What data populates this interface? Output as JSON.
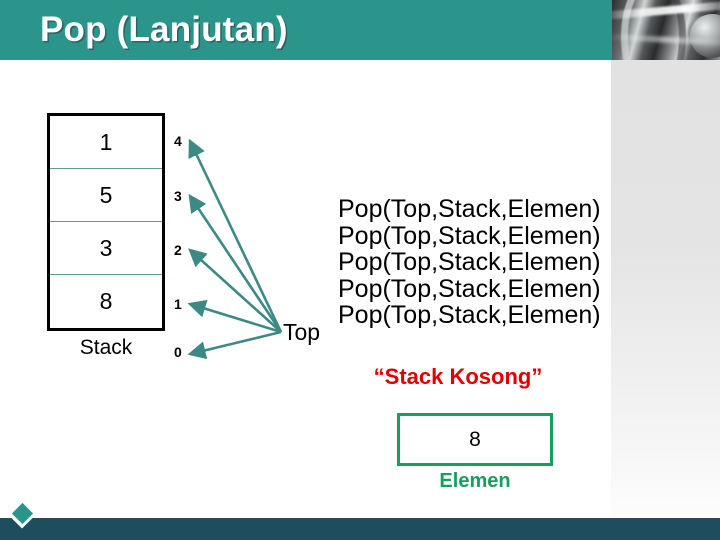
{
  "header": {
    "title": "Pop (Lanjutan)",
    "band_color": "#2b958c",
    "photo_name": "abstract-metal-photo"
  },
  "stack": {
    "label": "Stack",
    "cells": [
      {
        "value": "1"
      },
      {
        "value": "5"
      },
      {
        "value": "3"
      },
      {
        "value": "8"
      }
    ],
    "indices": [
      "4",
      "3",
      "2",
      "1",
      "0"
    ],
    "pointer_label": "Top"
  },
  "operations": {
    "lines": [
      "Pop(Top,Stack,Elemen)",
      "Pop(Top,Stack,Elemen)",
      "Pop(Top,Stack,Elemen)",
      "Pop(Top,Stack,Elemen)",
      "Pop(Top,Stack,Elemen)"
    ],
    "empty_message": "“Stack Kosong”",
    "empty_message_color": "#e00000"
  },
  "element": {
    "value": "8",
    "label": "Elemen",
    "accent_color": "#16a05e"
  },
  "footer": {
    "band_color": "#1e4d5e",
    "logo_name": "diamond-logo"
  }
}
